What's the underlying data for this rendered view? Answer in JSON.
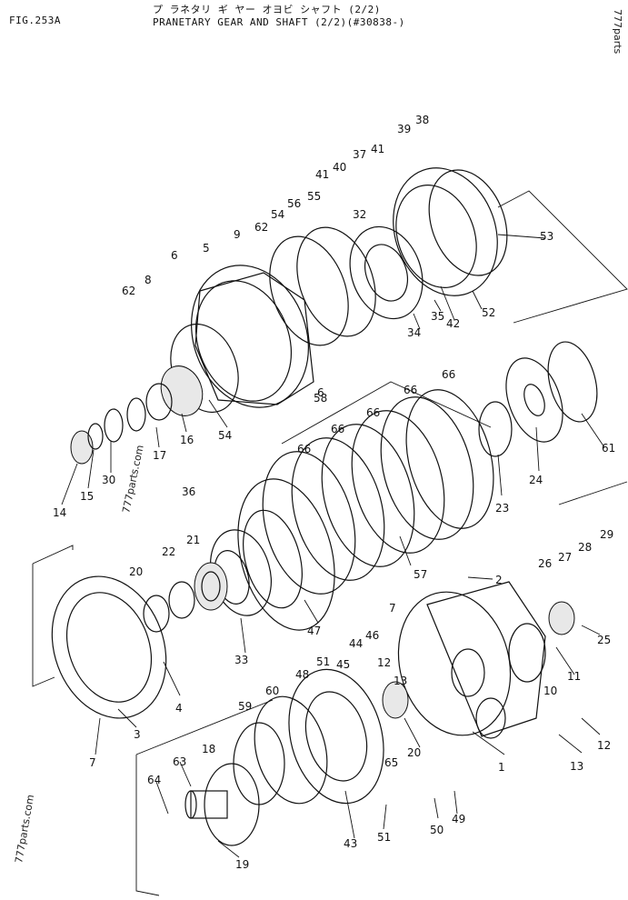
{
  "header": {
    "fig_label": "FIG.253A",
    "title_jp": "プ ラネタリ ギ ヤー オヨビ シャフト (2/2)",
    "title_en": "PRANETARY GEAR AND SHAFT (2/2)(#30838-)"
  },
  "watermarks": {
    "left": "777parts.com",
    "middle": "777parts.com",
    "top_right": "777parts"
  },
  "callouts": [
    "1",
    "2",
    "3",
    "4",
    "5",
    "6",
    "6",
    "7",
    "7",
    "8",
    "9",
    "10",
    "11",
    "12",
    "12",
    "13",
    "13",
    "14",
    "15",
    "16",
    "17",
    "18",
    "19",
    "20",
    "20",
    "21",
    "22",
    "23",
    "24",
    "25",
    "26",
    "27",
    "28",
    "29",
    "30",
    "32",
    "33",
    "34",
    "35",
    "36",
    "37",
    "38",
    "39",
    "40",
    "41",
    "41",
    "42",
    "43",
    "44",
    "45",
    "46",
    "47",
    "48",
    "49",
    "50",
    "51",
    "51",
    "52",
    "53",
    "54",
    "54",
    "55",
    "56",
    "57",
    "58",
    "59",
    "60",
    "61",
    "62",
    "62",
    "63",
    "64",
    "65",
    "66",
    "66",
    "66",
    "66",
    "66"
  ]
}
